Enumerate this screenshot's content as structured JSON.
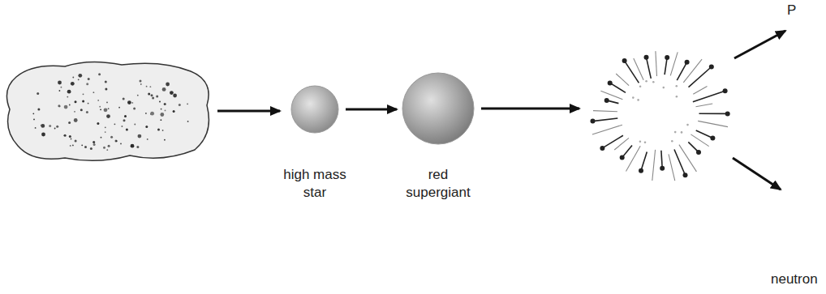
{
  "diagram": {
    "nodes": [
      {
        "text": [
          "high mass star"
        ]
      },
      {
        "text": [
          "red supergiant"
        ]
      },
      {
        "text": [
          "supernova explosion"
        ]
      }
    ],
    "edges": [
      {
        "from": 0,
        "to": 1,
        "arrow": "to"
      },
      {
        "from": 1,
        "to": 2,
        "arrow": "to"
      }
    ],
    "labels": [
      "P",
      "neutron"
    ]
  }
}
